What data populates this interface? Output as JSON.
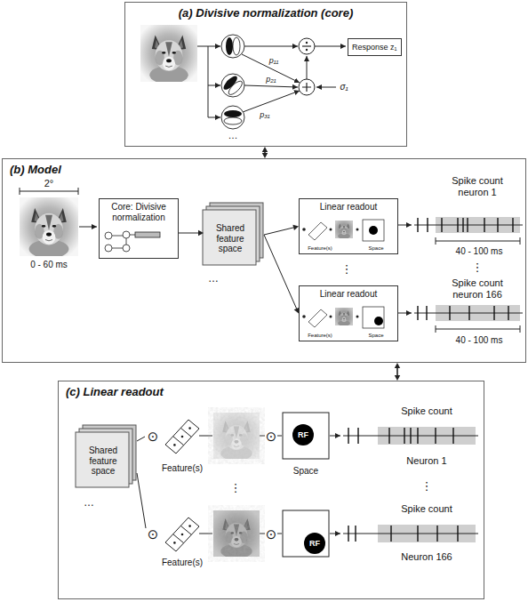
{
  "diagram": {
    "nodes": [
      {
        "text": [
          "(a) Divisive normalization (core)"
        ]
      },
      {
        "text": [
          "Response z₁"
        ],
        "in": 0
      },
      {
        "text": [
          "(b) Model"
        ]
      },
      {
        "text": [
          "Core: Divisive normalization"
        ],
        "in": 2
      },
      {
        "text": [
          "Shared feature space"
        ],
        "in": 2
      },
      {
        "text": [
          "Linear readout",
          "Feature(s)",
          "Space"
        ],
        "in": 2
      },
      {
        "text": [
          "Linear readout",
          "Feature(s)",
          "Space"
        ],
        "in": 2
      },
      {
        "text": [
          "(c) Linear readout"
        ]
      },
      {
        "text": [
          "Shared feature space"
        ],
        "in": 7
      },
      {
        "text": [
          "RF"
        ],
        "in": 7
      },
      {
        "text": [
          "RF"
        ],
        "in": 7
      }
    ],
    "edges": [
      {
        "from": 0,
        "to": 2,
        "arrow": "both"
      },
      {
        "from": 3,
        "to": 4,
        "arrow": "to"
      },
      {
        "from": 4,
        "to": 5,
        "arrow": "to"
      },
      {
        "from": 4,
        "to": 6,
        "arrow": "to"
      },
      {
        "from": 2,
        "to": 7,
        "arrow": "both"
      }
    ],
    "labels": [
      "p₁₁",
      "p₂₁",
      "p₃₁",
      "σ₁",
      "…",
      "2°",
      "0 - 60 ms",
      "…",
      "⋮",
      "Spike count",
      "neuron 1",
      "40 - 100 ms",
      "⋮",
      "Spike count",
      "neuron 166",
      "40 - 100 ms",
      "⊙",
      "Feature(s)",
      "⊙",
      "Space",
      "Spike count",
      "Neuron 1",
      "⋮",
      "⋮",
      "…",
      "⊙",
      "Feature(s)",
      "⊙",
      "Spike count",
      "Neuron 166"
    ]
  }
}
